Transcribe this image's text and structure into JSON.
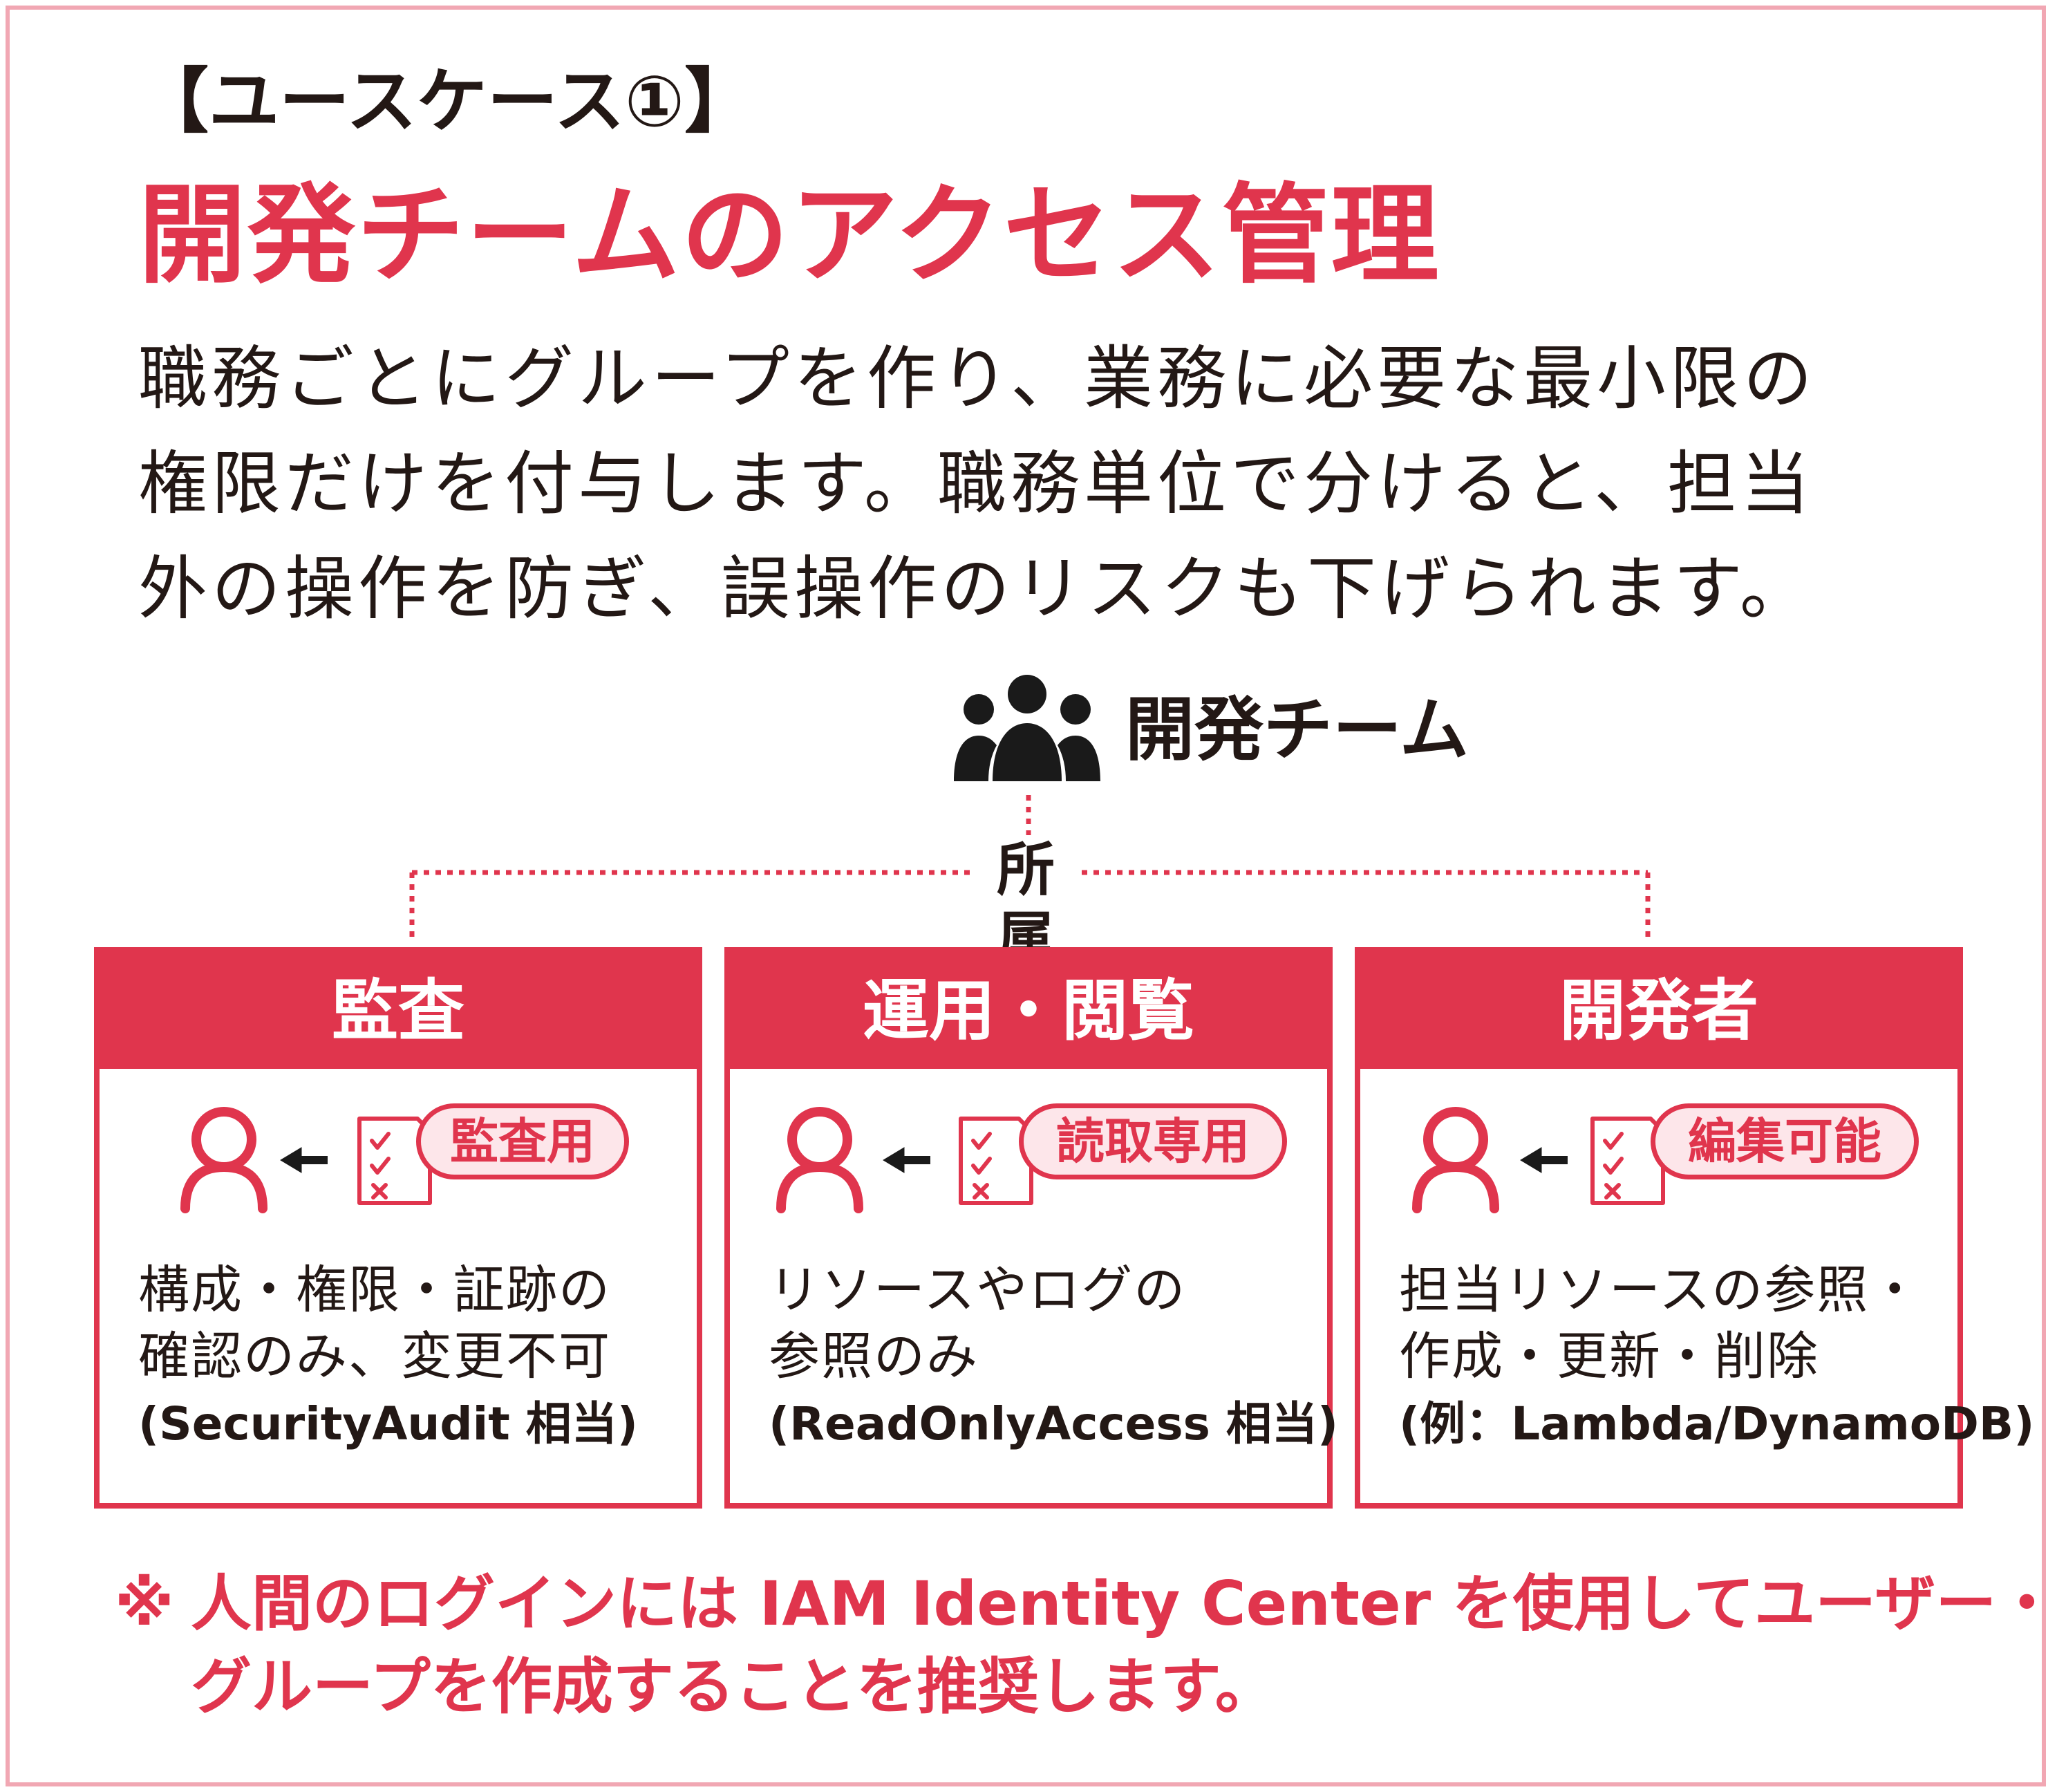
{
  "header": {
    "label": "【ユースケース①】",
    "title": "開発チームのアクセス管理"
  },
  "description": {
    "lines": [
      "職務ごとにグループを作り、業務に必要な最小限の",
      "権限だけを付与します。職務単位で分けると、担当",
      "外の操作を防ぎ、誤操作のリスクも下げられます。"
    ]
  },
  "team": {
    "name": "開発チーム",
    "relation": "所属"
  },
  "groups": [
    {
      "name": "監査",
      "badge": "監査用",
      "lines": [
        "構成・権限・証跡の",
        "確認のみ、変更不可"
      ],
      "note": "(SecurityAudit 相当)"
    },
    {
      "name": "運用・閲覧",
      "badge": "読取専用",
      "lines": [
        "リソースやログの",
        "参照のみ"
      ],
      "note": "(ReadOnlyAccess 相当)"
    },
    {
      "name": "開発者",
      "badge": "編集可能",
      "lines": [
        "担当リソースの参照・",
        "作成・更新・削除"
      ],
      "note": "(例：Lambda/DynamoDB)"
    }
  ],
  "footnote": {
    "mark": "※",
    "lines": [
      "人間のログインには IAM Identity Center を使用してユーザー・",
      "グループを作成することを推奨します。"
    ]
  },
  "colors": {
    "accent": "#e0354d",
    "badge_bg": "#fde6ea",
    "frame": "#f1a7b3",
    "text": "#231815"
  }
}
